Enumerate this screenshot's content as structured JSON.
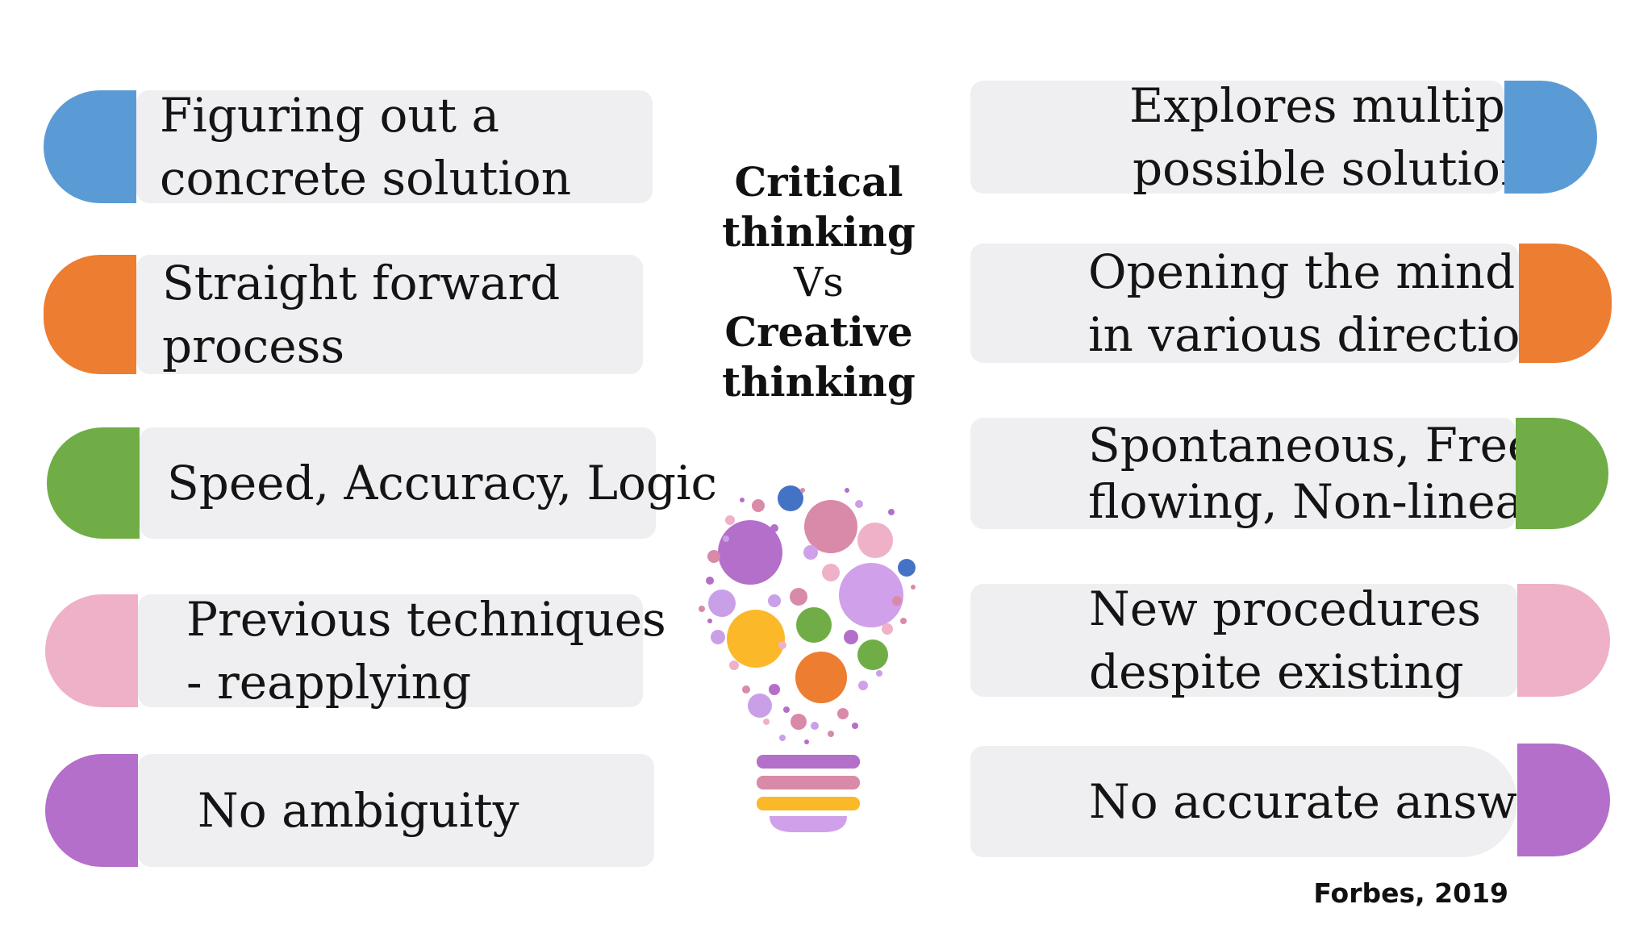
{
  "title": {
    "line1": "Critical",
    "line2": "thinking",
    "line3": "Vs",
    "line4": "Creative",
    "line5": "thinking"
  },
  "colors": {
    "blue": "#5b9bd5",
    "orange": "#ed7d31",
    "green": "#70ad47",
    "pink": "#efb1c8",
    "purple": "#b36fc9",
    "card": "#efeff1"
  },
  "left_items": [
    {
      "lines": [
        "Figuring out a",
        "concrete solution"
      ],
      "color": "#5b9bd5"
    },
    {
      "lines": [
        "Straight forward",
        "process"
      ],
      "color": "#ed7d31"
    },
    {
      "lines": [
        "Speed, Accuracy, Logic"
      ],
      "color": "#70ad47"
    },
    {
      "lines": [
        "Previous techniques",
        "- reapplying"
      ],
      "color": "#efb1c8"
    },
    {
      "lines": [
        "No ambiguity"
      ],
      "color": "#b36fc9"
    }
  ],
  "right_items": [
    {
      "lines": [
        "Explores multiple",
        "possible solutions"
      ],
      "color": "#5b9bd5"
    },
    {
      "lines": [
        "Opening the mind",
        "in various directions"
      ],
      "color": "#ed7d31"
    },
    {
      "lines": [
        "Spontaneous, Free-",
        "flowing, Non-linear"
      ],
      "color": "#70ad47"
    },
    {
      "lines": [
        "New procedures",
        "despite existing"
      ],
      "color": "#efb1c8"
    },
    {
      "lines": [
        "No accurate answer"
      ],
      "color": "#b36fc9"
    }
  ],
  "source": "Forbes, 2019",
  "bulb_icon": "lightbulb-bubbles-icon"
}
